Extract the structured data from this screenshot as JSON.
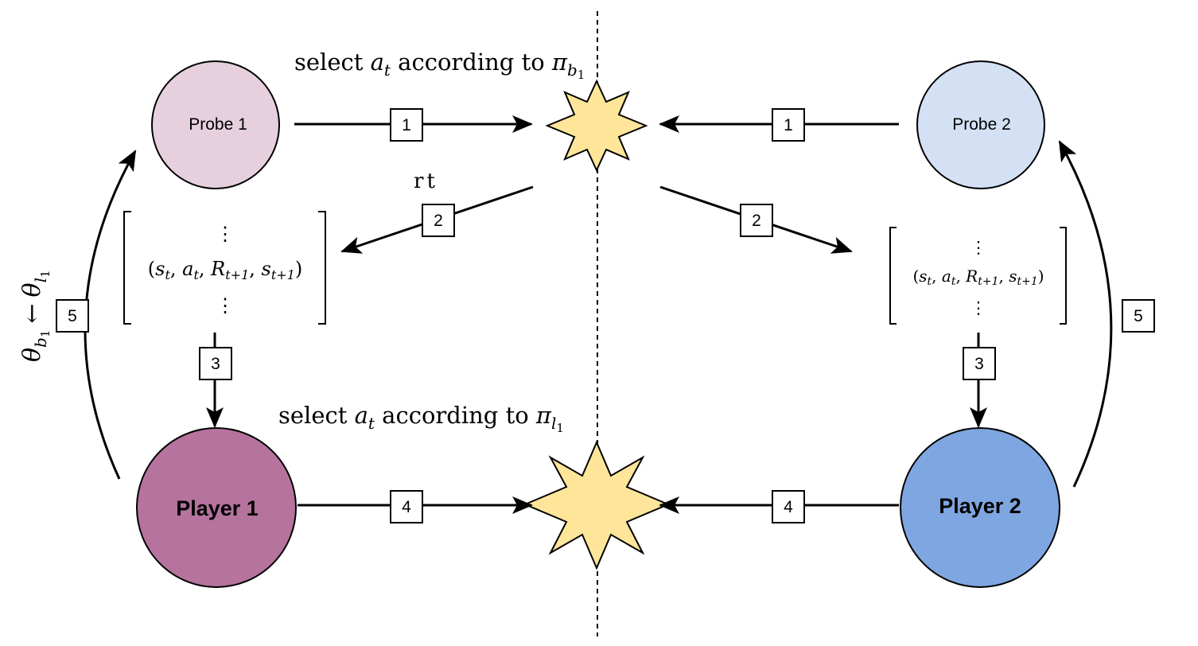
{
  "colors": {
    "probe1": "#e6d0de",
    "probe2": "#d4e1f5",
    "player1": "#b5739d",
    "player2": "#7ea6e0",
    "star": "#ffe599"
  },
  "nodes": {
    "probe1": "Probe 1",
    "probe2": "Probe 2",
    "player1": "Player 1",
    "player2": "Player 2"
  },
  "captions": {
    "top_select": "select",
    "top_a": "a",
    "top_a_sub": "t",
    "top_according": "according to",
    "top_pi": "π",
    "top_pi_sub": "b",
    "top_pi_subsub": "1",
    "bottom_select": "select",
    "bottom_a": "a",
    "bottom_a_sub": "t",
    "bottom_according": "according to",
    "bottom_pi": "π",
    "bottom_pi_sub": "l",
    "bottom_pi_subsub": "1",
    "reward": "r",
    "reward_sub": "t"
  },
  "update_rule": {
    "theta_left": "θ",
    "theta_left_sub": "b",
    "theta_left_subsub": "1",
    "arrow": "←",
    "theta_right": "θ",
    "theta_right_sub": "l",
    "theta_right_subsub": "1"
  },
  "memory": {
    "dots": "⋮",
    "tuple_open": "(",
    "s": "s",
    "t": "t",
    "a": "a",
    "R": "R",
    "t1": "t+1",
    "comma": ", ",
    "tuple_close": ")"
  },
  "steps": {
    "s1_left": "1",
    "s1_right": "1",
    "s2_left": "2",
    "s2_right": "2",
    "s3_left": "3",
    "s3_right": "3",
    "s4_left": "4",
    "s4_right": "4",
    "s5_left": "5",
    "s5_right": "5"
  }
}
